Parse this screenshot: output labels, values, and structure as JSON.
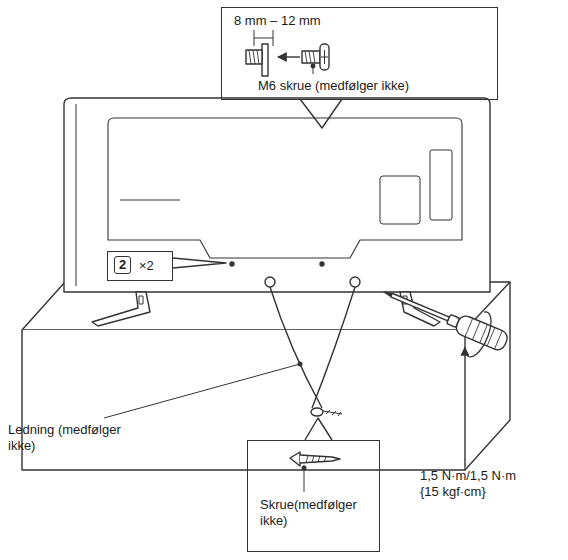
{
  "diagram": {
    "nodes": [
      {
        "text": [
          "8 mm – 12 mm",
          "M6 skrue (medfølger ikke)"
        ]
      },
      {
        "text": [
          "2",
          "×2"
        ]
      },
      {
        "text": [
          "Skrue(medfølger ikke)"
        ]
      }
    ],
    "labels": [
      "Ledning (medfølger ikke)",
      "1,5 N·m/1,5 N·m {15 kgf·cm}"
    ]
  }
}
